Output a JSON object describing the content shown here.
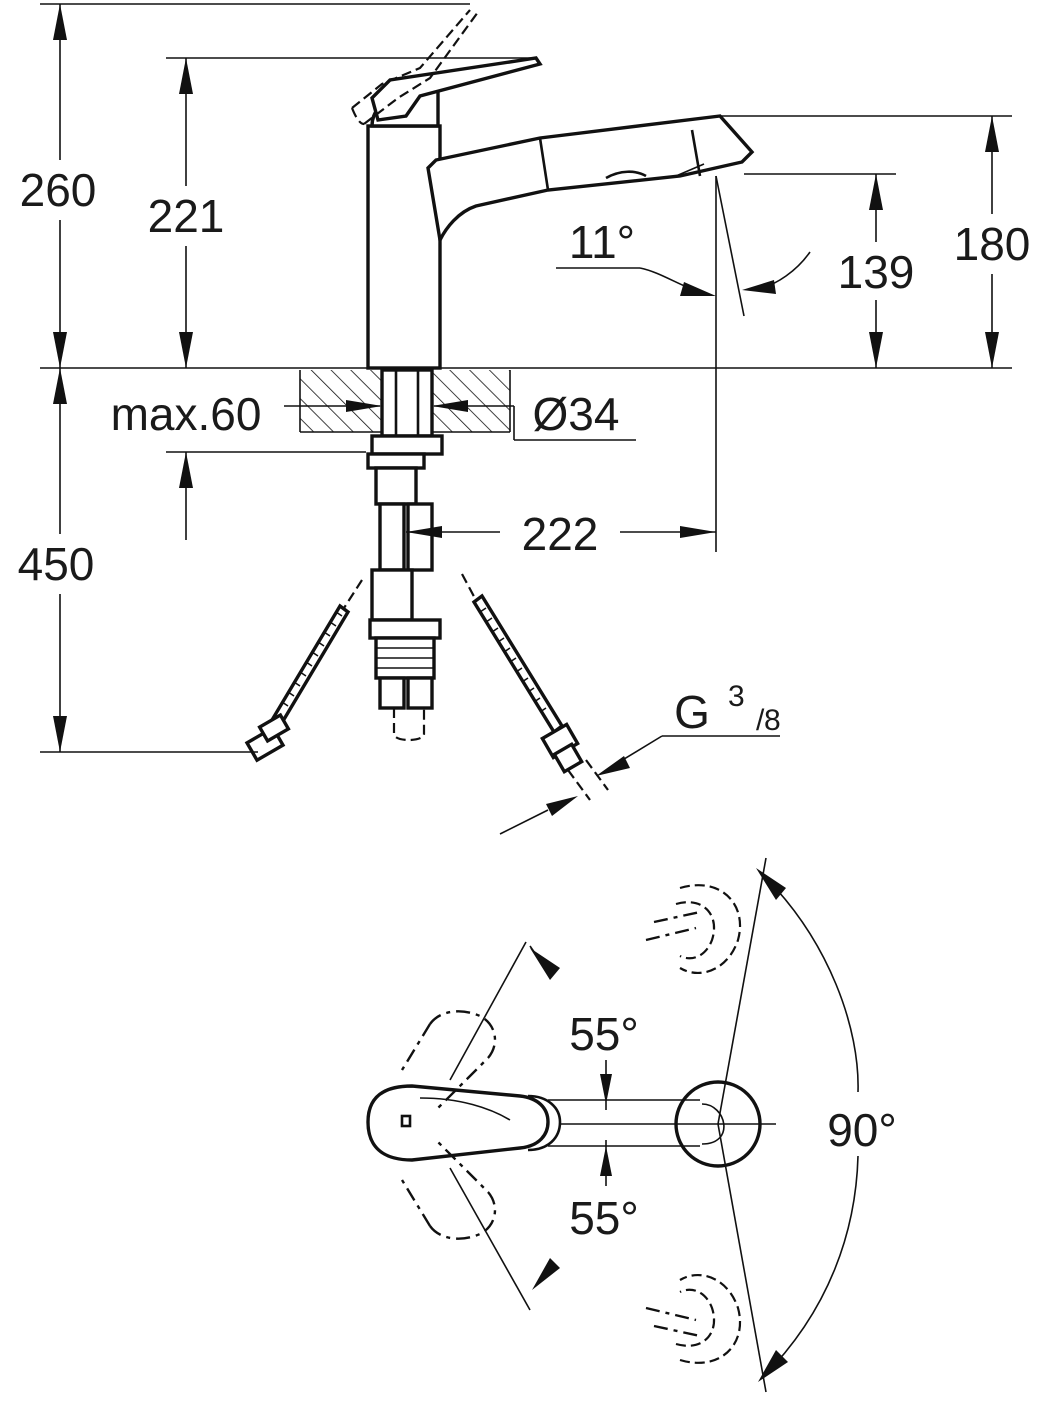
{
  "dimensions": {
    "total_height": "260",
    "lever_height": "221",
    "spout_height": "180",
    "outlet_height": "139",
    "spout_angle": "11°",
    "max_thickness": "max.60",
    "hole_diameter": "Ø34",
    "below_deck": "450",
    "spout_reach": "222",
    "connection_main": "G",
    "connection_num": "3",
    "connection_den": "8",
    "lever_angle_top": "55°",
    "lever_angle_bottom": "55°",
    "spout_swivel": "90°"
  }
}
